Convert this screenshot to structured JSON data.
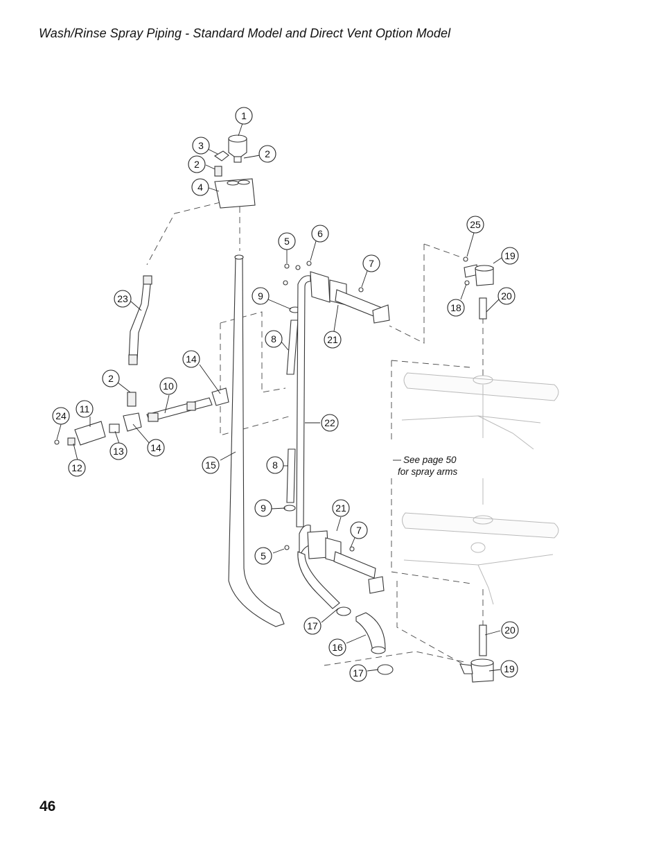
{
  "page": {
    "title": "Wash/Rinse Spray Piping - Standard Model and Direct Vent Option Model",
    "number": "46"
  },
  "note": {
    "line1": "See page 50",
    "line2": "for spray arms"
  },
  "callouts": [
    "1",
    "2",
    "3",
    "2",
    "4",
    "25",
    "5",
    "6",
    "19",
    "7",
    "23",
    "9",
    "18",
    "20",
    "8",
    "21",
    "14",
    "2",
    "10",
    "24",
    "11",
    "22",
    "14",
    "13",
    "12",
    "15",
    "8",
    "21",
    "9",
    "7",
    "5",
    "17",
    "16",
    "20",
    "19",
    "17"
  ]
}
